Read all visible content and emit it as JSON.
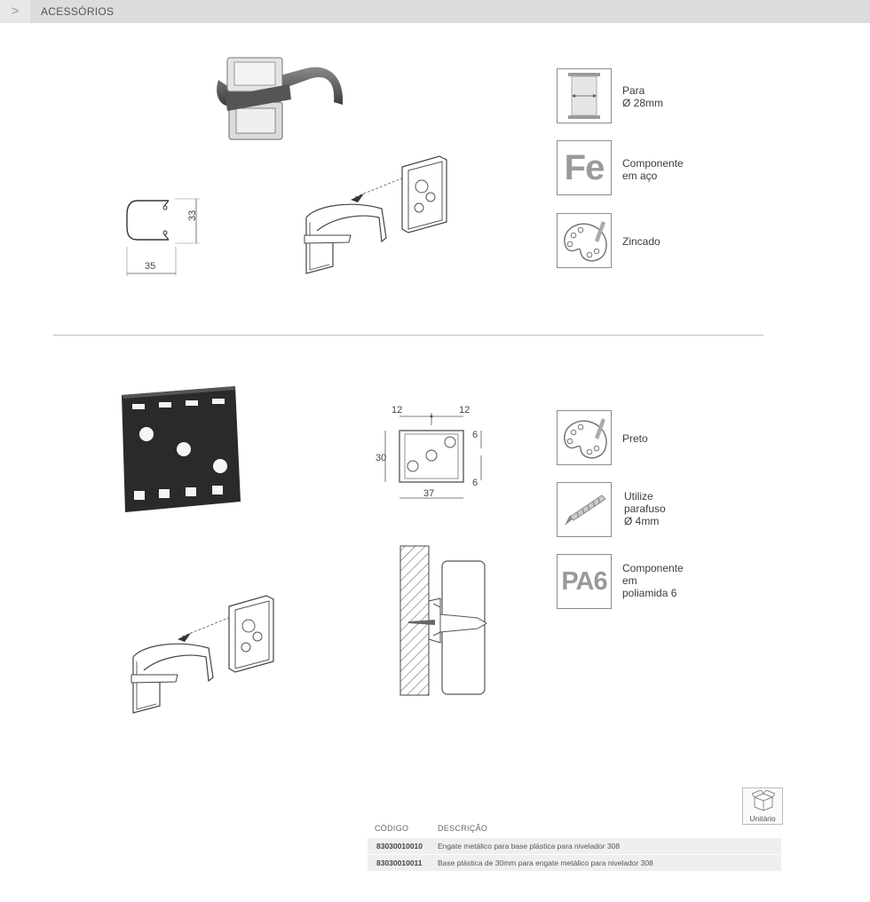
{
  "header": {
    "arrow": ">",
    "title": "ACESSÓRIOS"
  },
  "product1": {
    "attributes": [
      {
        "icon": "tube-diameter-icon",
        "label_lines": [
          "Para",
          "Ø 28mm"
        ]
      },
      {
        "icon": "fe-steel-icon",
        "icon_text": "Fe",
        "label_lines": [
          "Componente",
          "em aço"
        ]
      },
      {
        "icon": "paint-palette-icon",
        "label_lines": [
          "Zincado"
        ]
      }
    ],
    "dimensions": {
      "width": "35",
      "height": "33"
    }
  },
  "product2": {
    "attributes": [
      {
        "icon": "paint-palette-icon",
        "label_lines": [
          "Preto"
        ]
      },
      {
        "icon": "screw-icon",
        "label_lines": [
          "Utilize",
          "parafuso",
          "Ø 4mm"
        ]
      },
      {
        "icon": "pa6-polyamide-icon",
        "icon_text": "PA6",
        "label_lines": [
          "Componente",
          "em",
          "poliamida 6"
        ]
      }
    ],
    "dimensions": {
      "left": "12",
      "right": "12",
      "height": "30",
      "width": "37",
      "top_offset": "6",
      "bottom_offset": "6"
    }
  },
  "packaging": {
    "label": "Unitário",
    "icon": "box-icon"
  },
  "table": {
    "headers": {
      "code": "CÓDIGO",
      "description": "DESCRIÇÃO"
    },
    "rows": [
      {
        "code": "83030010010",
        "description": "Engate metálico para base plástica para nivelador 308"
      },
      {
        "code": "83030010011",
        "description": "Base plástica de 30mm para engate metálico para nivelador 308"
      }
    ]
  }
}
